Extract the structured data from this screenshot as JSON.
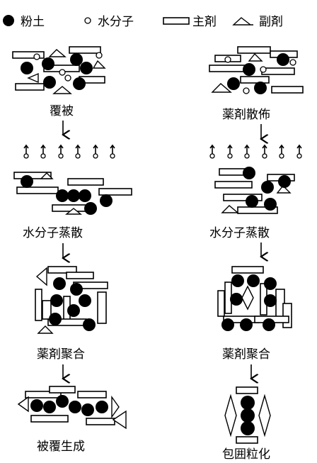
{
  "legend": {
    "soil": "粉土",
    "water": "水分子",
    "main_agent": "主剤",
    "sub_agent": "副剤"
  },
  "left_column": {
    "step1": "覆被",
    "step2": "水分子蒸散",
    "step3": "薬剤聚合",
    "step4": "被覆生成"
  },
  "right_column": {
    "step1": "薬剤散佈",
    "step2": "水分子蒸散",
    "step3": "薬剤聚合",
    "step4": "包囲粒化"
  }
}
